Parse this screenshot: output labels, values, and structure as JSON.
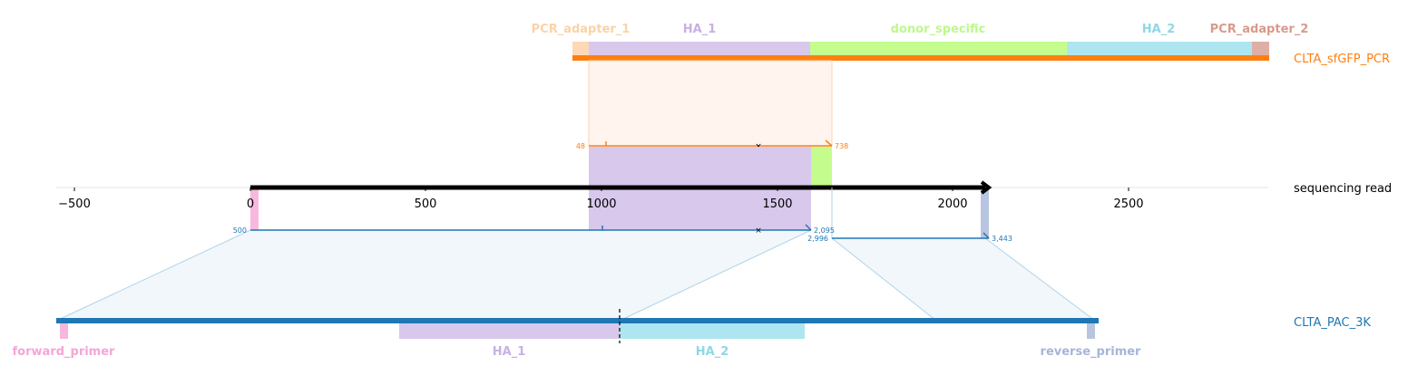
{
  "reference_top": {
    "name": "CLTA_sfGFP_PCR",
    "color": "#ff7f0e",
    "features": [
      {
        "label": "PCR_adapter_1",
        "color": "#fdd9b6"
      },
      {
        "label": "HA_1",
        "color": "#d8c8ec"
      },
      {
        "label": "donor_specific",
        "color": "#c4fd8e"
      },
      {
        "label": "HA_2",
        "color": "#ade6f0"
      },
      {
        "label": "PCR_adapter_2",
        "color": "#deb0a5"
      }
    ],
    "label_colors": {
      "PCR_adapter_1": "#f9d3a6",
      "HA_1": "#c6b1e3",
      "donor_specific": "#bdf88c",
      "HA_2": "#8ed8e6",
      "PCR_adapter_2": "#d99a8b"
    },
    "alignment": {
      "start_label": "48",
      "end_label": "738"
    }
  },
  "read": {
    "name": "sequencing read",
    "color": "#000000",
    "axis_ticks": [
      "−500",
      "0",
      "500",
      "1000",
      "1500",
      "2000",
      "2500"
    ]
  },
  "reference_bottom": {
    "name": "CLTA_PAC_3K",
    "color": "#1f77b4",
    "features": [
      {
        "label": "forward_primer",
        "color": "#f8b8de",
        "label_color": "#f4a6d6"
      },
      {
        "label": "HA_1",
        "color": "#d8c8ec",
        "label_color": "#c6b1e3"
      },
      {
        "label": "HA_2",
        "color": "#ade6f0",
        "label_color": "#8ed8e6"
      },
      {
        "label": "reverse_primer",
        "color": "#b8c5e0",
        "label_color": "#a6b5d8"
      }
    ],
    "alignments": [
      {
        "start_label": "500",
        "end_label": "2,095"
      },
      {
        "start_label": "2,996",
        "end_label": "3,443"
      }
    ]
  }
}
